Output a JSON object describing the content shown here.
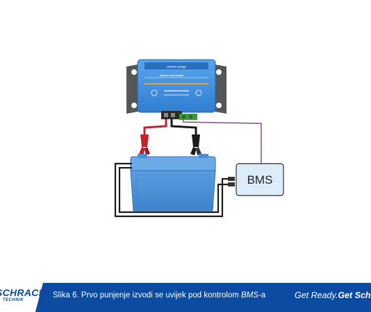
{
  "diagram": {
    "bms_label": "BMS",
    "charger_brand": "victron energy",
    "charger_model": "phoenix smart charger"
  },
  "footer": {
    "brand_name": "SCHRACK",
    "brand_sub": "TECHNIK",
    "caption_prefix": "Slika 6.  Prvo punjenje izvodi se uvijek pod kontrolom ",
    "caption_em": "BMS",
    "caption_suffix": "-a",
    "slogan_regular": "Get Ready.",
    "slogan_bold": "Get Schrack"
  },
  "colors": {
    "charger_blue": "#3b8ee0",
    "battery_blue": "#4a8fd6",
    "bms_fill": "#dcecf8",
    "bms_wire": "#8a4a88",
    "footer_blue": "#0a4aa0",
    "clamp_red": "#c8202a",
    "clamp_black": "#1a1a1a"
  }
}
